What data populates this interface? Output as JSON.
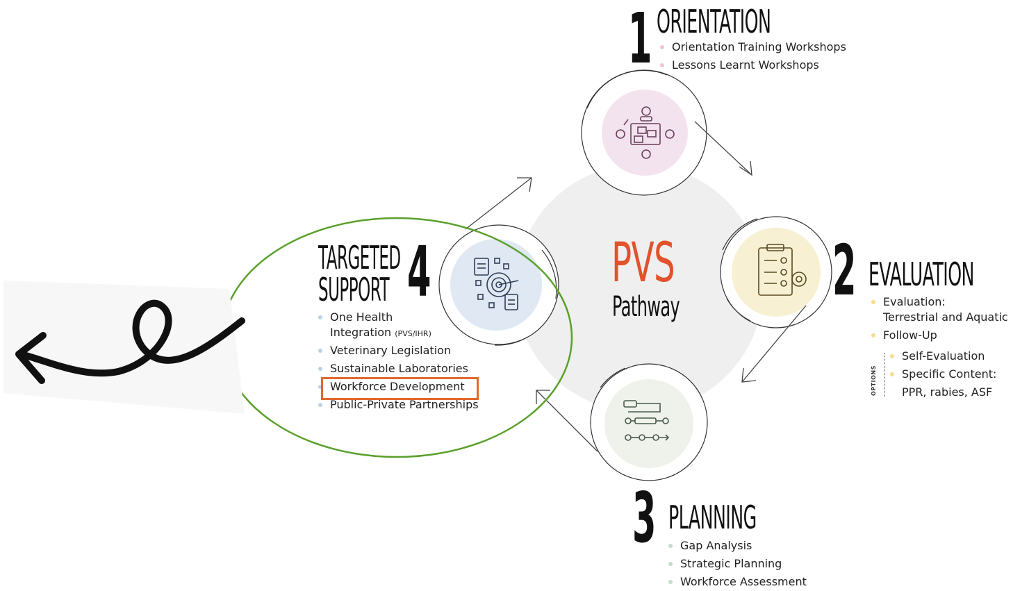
{
  "center": {
    "title": "PVS",
    "subtitle": "Pathway"
  },
  "stages": [
    {
      "number": "1",
      "title": "ORIENTATION",
      "color": "#f3e3ef",
      "items": [
        "Orientation Training Workshops",
        "Lessons Learnt Workshops"
      ]
    },
    {
      "number": "2",
      "title": "EVALUATION",
      "color": "#f7f0d2",
      "items": [
        "Evaluation:",
        "Terrestrial and Aquatic",
        "Follow-Up"
      ],
      "options_label": "OPTIONS",
      "options": [
        "Self-Evaluation",
        "Specific Content:",
        "PPR, rabies, ASF"
      ]
    },
    {
      "number": "3",
      "title": "PLANNING",
      "color": "#eef2ea",
      "items": [
        "Gap Analysis",
        "Strategic Planning",
        "Workforce Assessment"
      ]
    },
    {
      "number": "4",
      "title_line1": "TARGETED",
      "title_line2": "SUPPORT",
      "color": "#dfe8f3",
      "items": [
        "One Health",
        "Integration",
        "(PVS/IHR)",
        "Veterinary Legislation",
        "Sustainable Laboratories",
        "Workforce Development",
        "Public-Private Partnerships"
      ]
    }
  ],
  "annotations": {
    "ellipse_color": "#5aa02c",
    "highlight_color": "#e06a2d",
    "arrow_color": "#111111"
  }
}
